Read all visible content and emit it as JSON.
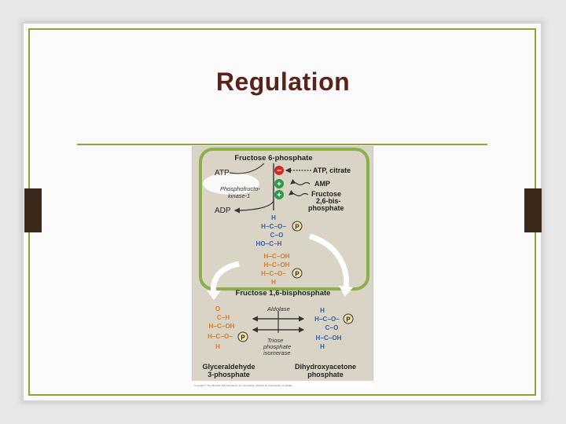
{
  "slide": {
    "title": "Regulation"
  },
  "colors": {
    "accent_green": "#8fa33a",
    "title_brown": "#5a2218",
    "tab_brown": "#3b2a1c",
    "figure_bg": "#d9d4c6",
    "highlight": "#8bb04a",
    "atom_orange": "#e07a1f",
    "atom_blue": "#2f5ea8",
    "inhibit_red": "#d32a20",
    "activate_green": "#2e9a48"
  },
  "figure": {
    "top_substrate": "Fructose 6-phosphate",
    "atp": "ATP",
    "adp": "ADP",
    "enzyme_line1": "Phosphofructo-",
    "enzyme_line2": "kinase-1",
    "inhibitor": "ATP, citrate",
    "activator1": "AMP",
    "activator2_line1": "Fructose",
    "activator2_line2": "2,6-bis-",
    "activator2_line3": "phosphate",
    "minus_sign": "−",
    "plus_sign": "+",
    "product": "Fructose 1,6-bisphosphate",
    "aldolase": "Aldolase",
    "isomerase_line1": "Triose",
    "isomerase_line2": "phosphate",
    "isomerase_line3": "isomerase",
    "left_product_line1": "Glyceraldehyde",
    "left_product_line2": "3-phosphate",
    "right_product_line1": "Dihydroxyacetone",
    "right_product_line2": "phosphate",
    "phosphate_symbol": "P",
    "center_molecule": {
      "rows": [
        "H",
        "H−C−O−",
        "C−O",
        "HO−C−H",
        "H−C−OH",
        "H−C−OH",
        "H−C−O−",
        "H"
      ]
    },
    "left_molecule": {
      "rows": [
        "O",
        "C−H",
        "H−C−OH",
        "H−C−O−",
        "H"
      ]
    },
    "right_molecule": {
      "rows": [
        "H",
        "H−C−O−",
        "C−O",
        "H−C−OH",
        "H"
      ]
    },
    "copyright": "Copyright © The McGraw-Hill Companies, Inc. Permission required for reproduction or display."
  }
}
